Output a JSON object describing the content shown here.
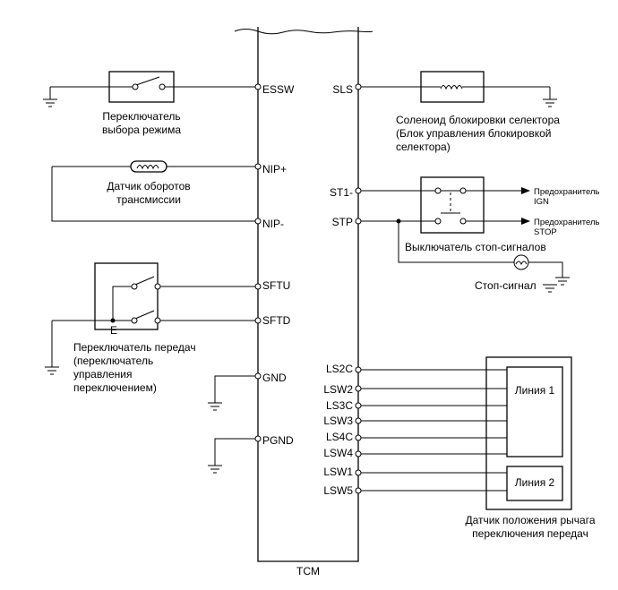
{
  "tcm": {
    "name": "TCM",
    "pins_left": {
      "essw": "ESSW",
      "nip_plus": "NIP+",
      "nip_minus": "NIP-",
      "sftu": "SFTU",
      "sftd": "SFTD",
      "gnd": "GND",
      "pgnd": "PGND"
    },
    "pins_right": {
      "sls": "SLS",
      "st1": "ST1-",
      "stp": "STP",
      "ls2c": "LS2C",
      "lsw2": "LSW2",
      "ls3c": "LS3C",
      "lsw3": "LSW3",
      "ls4c": "LS4C",
      "lsw4": "LSW4",
      "lsw1": "LSW1",
      "lsw5": "LSW5"
    }
  },
  "components": {
    "mode_switch": [
      "Переключатель",
      "выбора режима"
    ],
    "speed_sensor": [
      "Датчик оборотов",
      "трансмиссии"
    ],
    "shift_switch": [
      "Переключатель передач",
      "(переключатель",
      "управления",
      "переключением)"
    ],
    "shift_switch_pin": "E",
    "solenoid": [
      "Соленоид блокировки селектора",
      "(Блок управления блокировкой",
      "селектора)"
    ],
    "stop_switch": "Выключатель стоп-сигналов",
    "stop_lamp": "Стоп-сигнал",
    "fuse_ign": [
      "Предохранитель",
      "IGN"
    ],
    "fuse_stop": [
      "Предохранитель",
      "STOP"
    ],
    "position_sensor": [
      "Датчик положения рычага",
      "переключения передач"
    ],
    "line1": "Линия 1",
    "line2": "Линия 2"
  }
}
